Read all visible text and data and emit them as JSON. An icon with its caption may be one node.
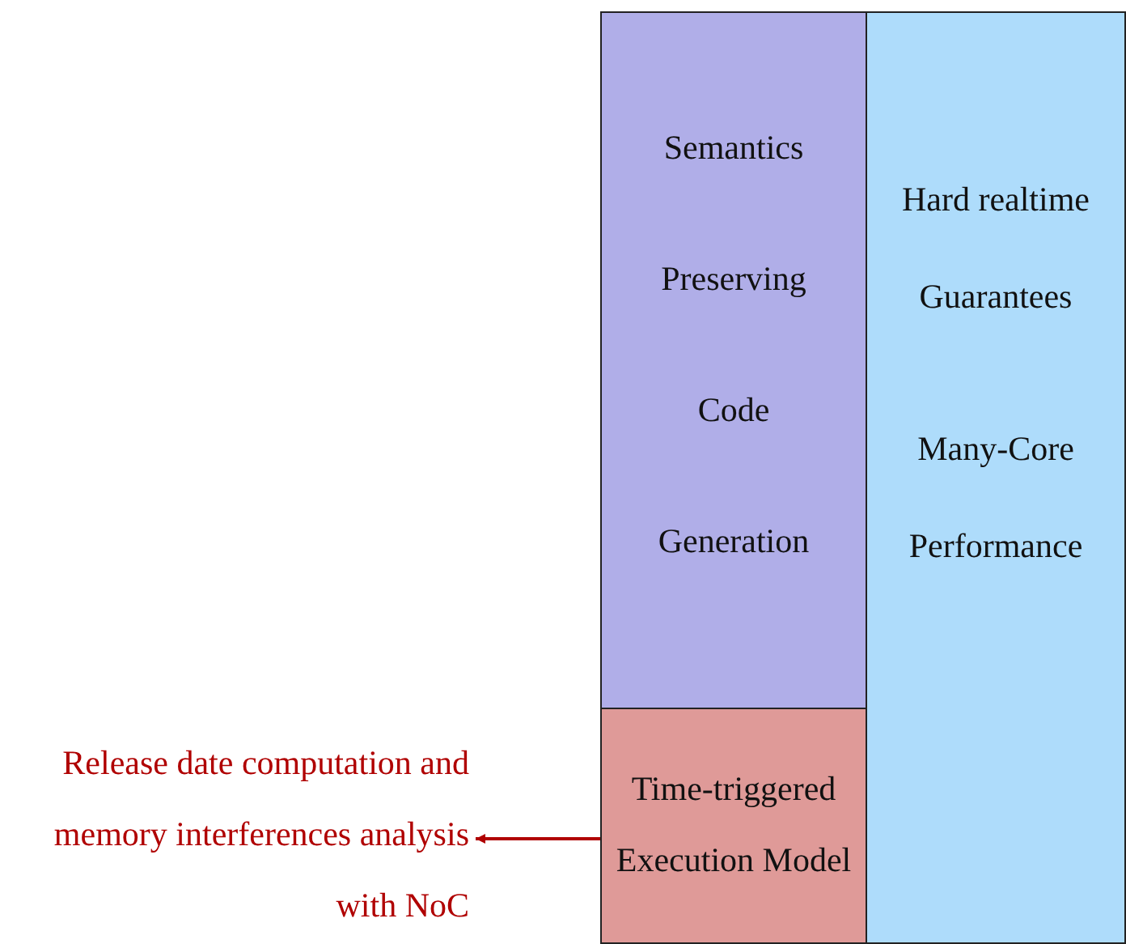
{
  "diagram": {
    "nodes": [
      {
        "text": [
          "Semantics Preserving Code Generation"
        ]
      },
      {
        "text": [
          "Time-triggered Execution Model"
        ]
      },
      {
        "text": [
          "Hard realtime Guarantees",
          "Many-Core Performance"
        ]
      },
      {
        "text": [
          "Release date computation and memory interferences analysis with NoC"
        ]
      }
    ],
    "edges": [
      {
        "from": 1,
        "to": 3,
        "arrow": "to",
        "color": "#b00000"
      }
    ]
  }
}
